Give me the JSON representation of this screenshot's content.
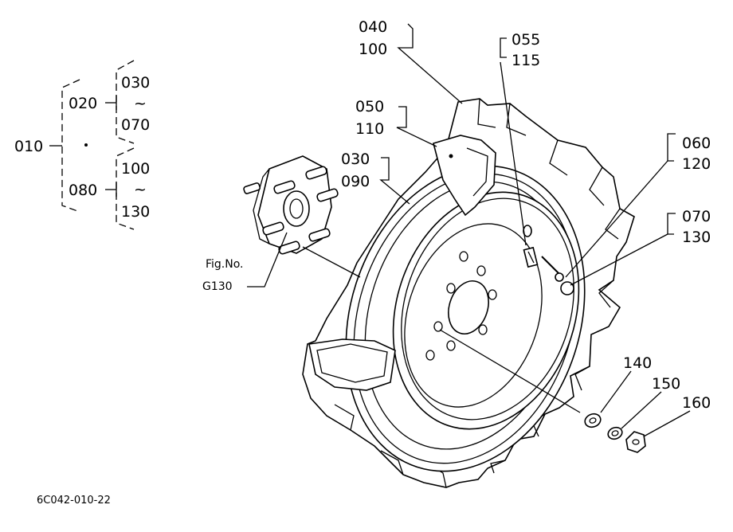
{
  "tree": {
    "root": "010",
    "upper_group": "020",
    "upper_range_start": "030",
    "upper_range_end": "070",
    "lower_group": "080",
    "lower_range_start": "100",
    "lower_range_end": "130",
    "range_mark": "~"
  },
  "callouts": {
    "c040": "040",
    "c100": "100",
    "c055": "055",
    "c115": "115",
    "c050": "050",
    "c110": "110",
    "c030": "030",
    "c090": "090",
    "c060": "060",
    "c120": "120",
    "c070": "070",
    "c130": "130",
    "c140": "140",
    "c150": "150",
    "c160": "160"
  },
  "figref": {
    "line1": "Fig.No.",
    "line2": "G130"
  },
  "drawing_code": "6C042-010-22"
}
